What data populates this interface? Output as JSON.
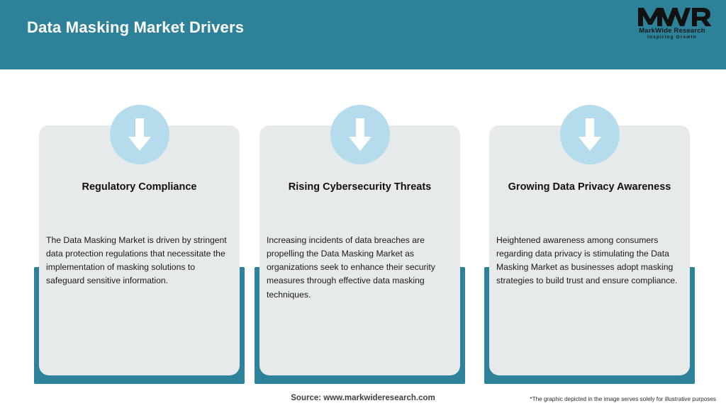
{
  "header": {
    "title": "Data Masking Market Drivers",
    "background_color": "#2d8199",
    "title_color": "#ffffff"
  },
  "logo": {
    "mark": "MWR",
    "name": "MarkWide Research",
    "tagline": "Inspiring Growth"
  },
  "theme": {
    "accent_teal": "#2d8199",
    "card_face": "#e7eaeb",
    "badge_blue": "#b5dced",
    "arrow_white": "#ffffff"
  },
  "cards": [
    {
      "icon": "down-arrow-icon",
      "title": "Regulatory Compliance",
      "body": "The Data Masking Market is driven by stringent data protection regulations that necessitate the implementation of masking solutions to safeguard sensitive information."
    },
    {
      "icon": "down-arrow-icon",
      "title": "Rising Cybersecurity Threats",
      "body": "Increasing incidents of data breaches are propelling the Data Masking Market as organizations seek to enhance their security measures through effective data masking techniques."
    },
    {
      "icon": "down-arrow-icon",
      "title": "Growing Data Privacy Awareness",
      "body": "Heightened awareness among consumers regarding data privacy is stimulating the Data Masking Market as businesses adopt masking strategies to build trust and ensure compliance."
    }
  ],
  "footer": {
    "source": "Source: www.markwideresearch.com",
    "disclaimer": "*The graphic depicted in the image serves solely for illustrative purposes"
  }
}
